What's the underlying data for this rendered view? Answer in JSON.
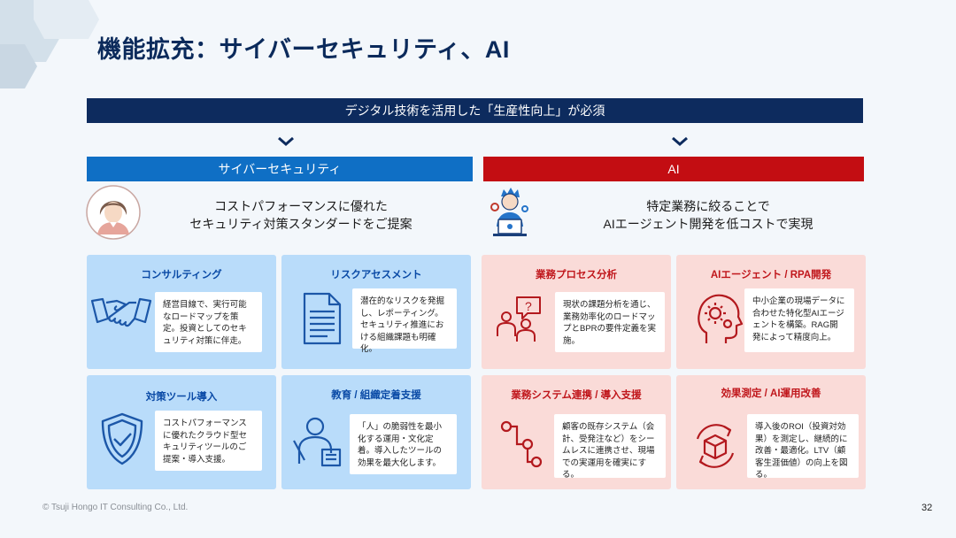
{
  "title": "機能拡充：サイバーセキュリティ、AI",
  "banner": "デジタル技術を活用した「生産性向上」が必須",
  "left": {
    "header": "サイバーセキュリティ",
    "intro_line1": "コストパフォーマンスに優れた",
    "intro_line2": "セキュリティ対策スタンダードをご提案",
    "cards": [
      {
        "title": "コンサルティング",
        "desc": "経営目線で、実行可能なロードマップを策定。投資としてのセキュリティ対策に伴走。",
        "icon": "handshake-icon"
      },
      {
        "title": "リスクアセスメント",
        "desc": "潜在的なリスクを発掘し、レポーティング。セキュリティ推進における組織課題も明確化。",
        "icon": "document-icon"
      },
      {
        "title": "対策ツール導入",
        "desc": "コストパフォーマンスに優れたクラウド型セキュリティツールのご提案・導入支援。",
        "icon": "shield-check-icon"
      },
      {
        "title": "教育 / 組織定着支援",
        "desc": "「人」の脆弱性を最小化する運用・文化定着。導入したツールの効果を最大化します。",
        "icon": "teacher-icon"
      }
    ]
  },
  "right": {
    "header": "AI",
    "intro_line1": "特定業務に絞ることで",
    "intro_line2": "AIエージェント開発を低コストで実現",
    "cards": [
      {
        "title": "業務プロセス分析",
        "desc": "現状の課題分析を通じ、業務効率化のロードマップとBPRの要件定義を実施。",
        "icon": "discussion-icon"
      },
      {
        "title": "AIエージェント / RPA開発",
        "desc": "中小企業の現場データに合わせた特化型AIエージェントを構築。RAG開発によって精度向上。",
        "icon": "ai-head-icon"
      },
      {
        "title": "業務システム連携 / 導入支援",
        "desc": "顧客の既存システム（会計、受発注など）をシームレスに連携させ、現場での実運用を確実にする。",
        "icon": "flow-icon"
      },
      {
        "title": "効果測定 / AI運用改善",
        "desc": "導入後のROI（投資対効果）を測定し、継続的に改善・最適化。LTV（顧客生涯価値）の向上を図る。",
        "icon": "cycle-box-icon"
      }
    ]
  },
  "footer": "© Tsuji Hongo IT Consulting Co., Ltd.",
  "page_number": "32",
  "colors": {
    "navy": "#0d2b5e",
    "blue": "#0f6fc5",
    "red": "#c30d12",
    "light_blue": "#b9dcfa",
    "light_pink": "#fadbd8"
  }
}
